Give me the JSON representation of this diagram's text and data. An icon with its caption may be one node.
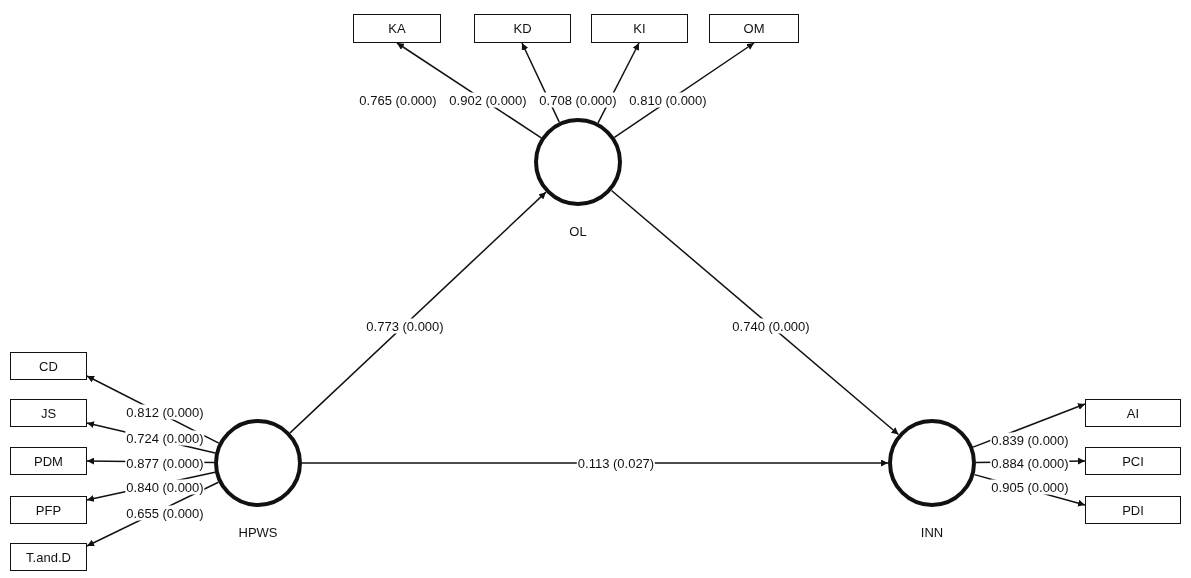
{
  "diagram": {
    "nodes": [
      {
        "text": [
          "KA"
        ]
      },
      {
        "text": [
          "KD"
        ]
      },
      {
        "text": [
          "KI"
        ]
      },
      {
        "text": [
          "OM"
        ]
      },
      {
        "text": [
          "OL"
        ]
      },
      {
        "text": [
          "CD"
        ]
      },
      {
        "text": [
          "JS"
        ]
      },
      {
        "text": [
          "PDM"
        ]
      },
      {
        "text": [
          "PFP"
        ]
      },
      {
        "text": [
          "T.and.D"
        ]
      },
      {
        "text": [
          "HPWS"
        ]
      },
      {
        "text": [
          "INN"
        ]
      },
      {
        "text": [
          "AI"
        ]
      },
      {
        "text": [
          "PCI"
        ]
      },
      {
        "text": [
          "PDI"
        ]
      }
    ],
    "edges": [
      {
        "from": 4,
        "to": 0,
        "arrow": "to",
        "label": "0.765 (0.000)"
      },
      {
        "from": 4,
        "to": 1,
        "arrow": "to",
        "label": "0.902 (0.000)"
      },
      {
        "from": 4,
        "to": 2,
        "arrow": "to",
        "label": "0.708 (0.000)"
      },
      {
        "from": 4,
        "to": 3,
        "arrow": "to",
        "label": "0.810 (0.000)"
      },
      {
        "from": 10,
        "to": 5,
        "arrow": "to",
        "label": "0.812 (0.000)"
      },
      {
        "from": 10,
        "to": 6,
        "arrow": "to",
        "label": "0.724 (0.000)"
      },
      {
        "from": 10,
        "to": 7,
        "arrow": "to",
        "label": "0.877 (0.000)"
      },
      {
        "from": 10,
        "to": 8,
        "arrow": "to",
        "label": "0.840 (0.000)"
      },
      {
        "from": 10,
        "to": 9,
        "arrow": "to",
        "label": "0.655 (0.000)"
      },
      {
        "from": 11,
        "to": 12,
        "arrow": "to",
        "label": "0.839 (0.000)"
      },
      {
        "from": 11,
        "to": 13,
        "arrow": "to",
        "label": "0.884 (0.000)"
      },
      {
        "from": 11,
        "to": 14,
        "arrow": "to",
        "label": "0.905 (0.000)"
      },
      {
        "from": 10,
        "to": 4,
        "arrow": "to",
        "label": "0.773 (0.000)"
      },
      {
        "from": 4,
        "to": 11,
        "arrow": "to",
        "label": "0.740 (0.000)"
      },
      {
        "from": 10,
        "to": 11,
        "arrow": "to",
        "label": "0.113 (0.027)"
      }
    ]
  }
}
